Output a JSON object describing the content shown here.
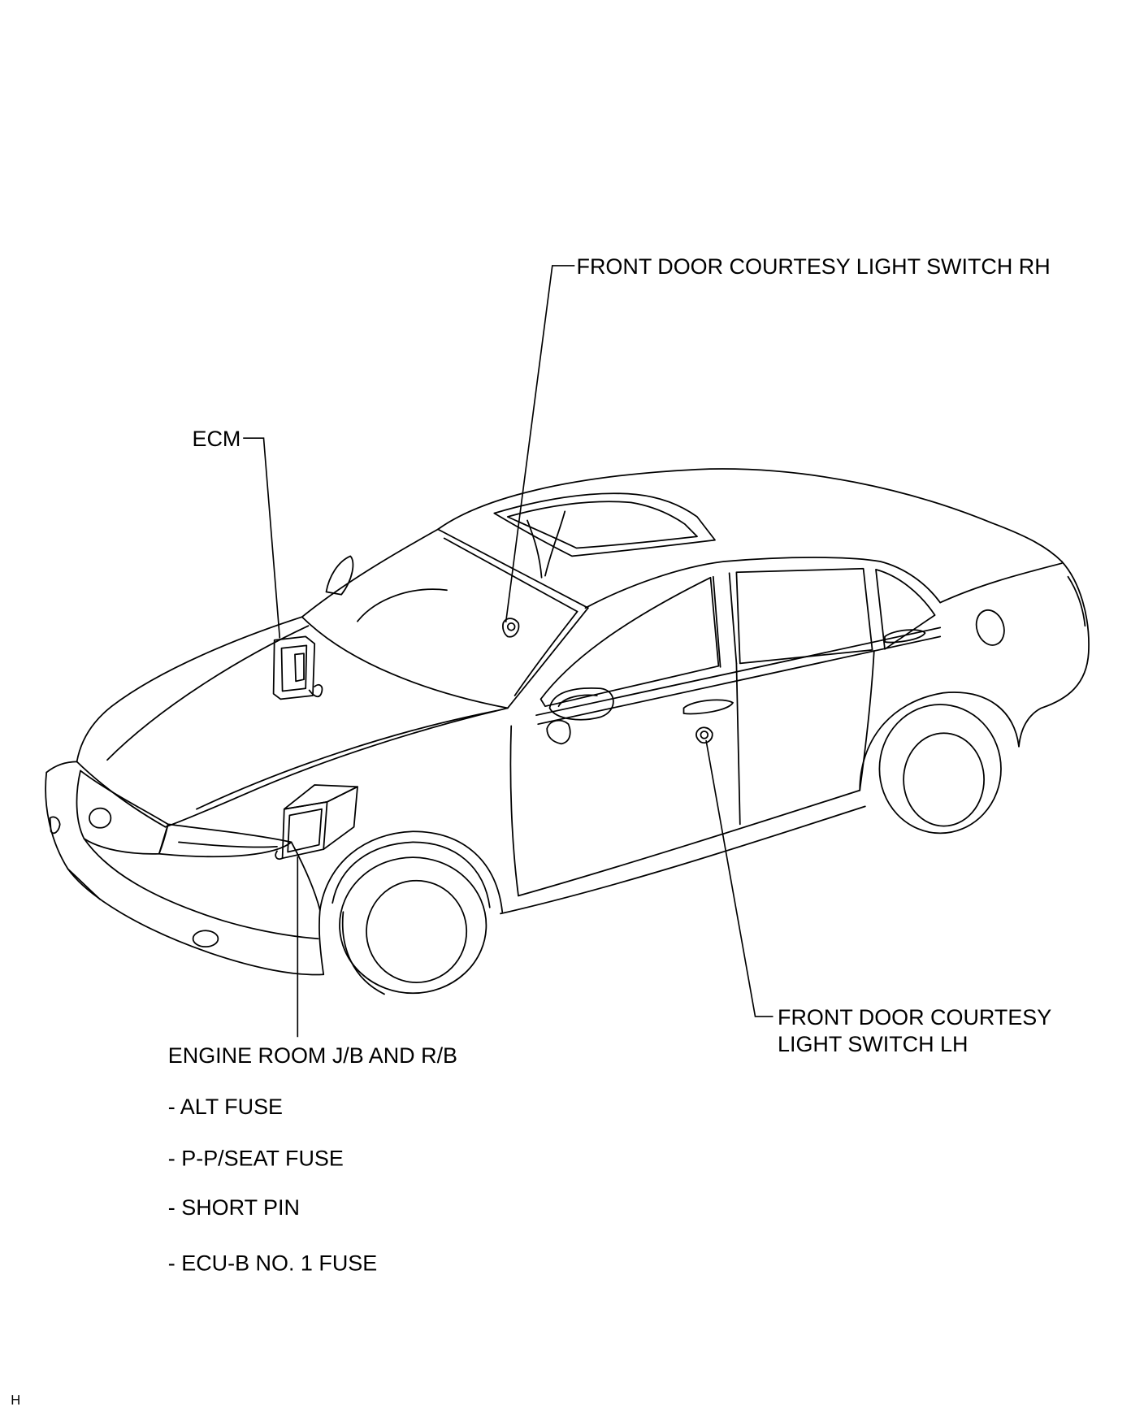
{
  "labels": {
    "front_door_courtesy_rh": "FRONT DOOR COURTESY LIGHT SWITCH RH",
    "ecm": "ECM",
    "engine_room_jb": "ENGINE ROOM J/B AND R/B",
    "engine_room_items": [
      "- ALT FUSE",
      "- P-P/SEAT FUSE",
      "- SHORT PIN",
      "- ECU-B NO. 1 FUSE"
    ],
    "front_door_courtesy_lh": [
      "FRONT DOOR COURTESY",
      "LIGHT SWITCH LH"
    ]
  },
  "figure_code": "H",
  "colors": {
    "line": "#000000",
    "background": "#ffffff"
  }
}
